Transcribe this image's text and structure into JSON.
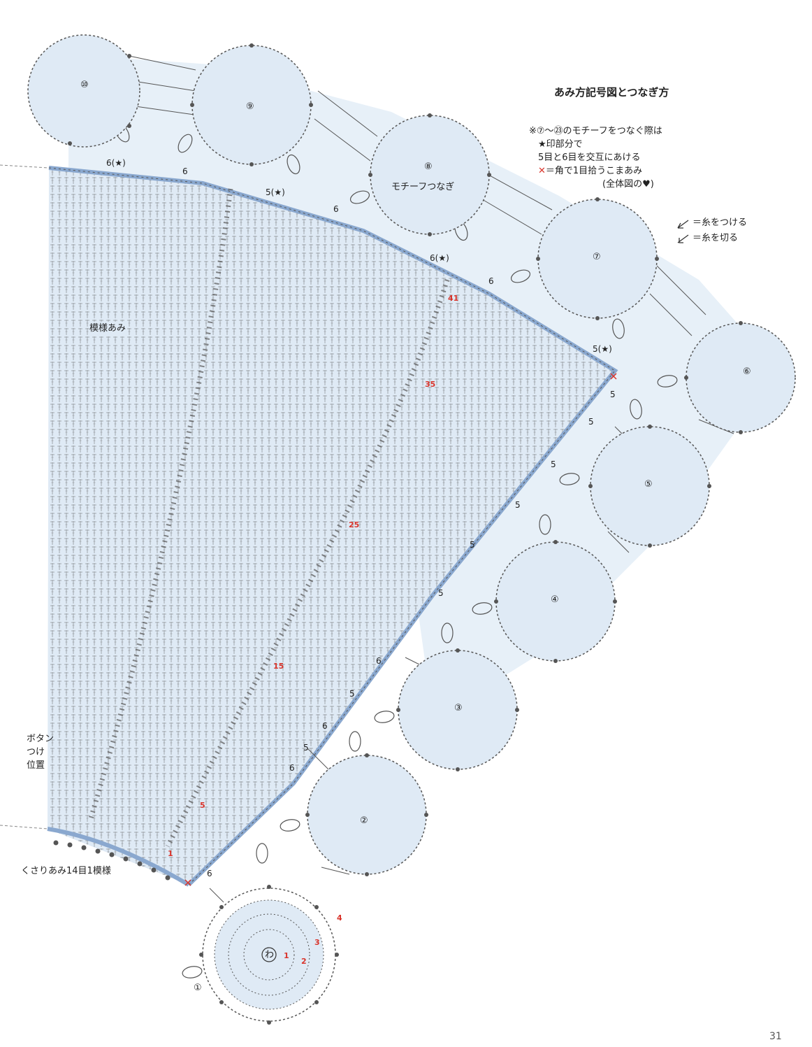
{
  "title": "あみ方記号図とつなぎ方",
  "notes": {
    "line1": "※⑦〜㉓のモチーフをつなぐ際は",
    "line2": "★印部分で",
    "line3": "5目と6目を交互にあける",
    "line4_mark": "✕",
    "line4": "＝角で1目拾うこまあみ",
    "line5": "(全体図の♥)"
  },
  "legend": {
    "attach": "＝糸をつける",
    "cut": "＝糸を切る"
  },
  "labels": {
    "pattern": "模様あみ",
    "motif_join": "モチーフつなぎ",
    "button_pos_1": "ボタン",
    "button_pos_2": "つけ",
    "button_pos_3": "位置",
    "chain_repeat": "くさりあみ14目1模様",
    "center_ring": "わ"
  },
  "motifs": [
    "①",
    "②",
    "③",
    "④",
    "⑤",
    "⑥",
    "⑦",
    "⑧",
    "⑨",
    "⑩"
  ],
  "row_numbers": [
    "1",
    "5",
    "15",
    "25",
    "35",
    "41"
  ],
  "motif_rounds": [
    "1",
    "2",
    "3",
    "4"
  ],
  "join_counts": [
    "6(★)",
    "6",
    "5(★)",
    "6",
    "6(★)",
    "6",
    "5(★)",
    "5",
    "5",
    "5",
    "5",
    "5",
    "5",
    "6",
    "5",
    "6",
    "5",
    "6",
    "6"
  ],
  "page_number": "31",
  "colors": {
    "fill": "#dfeaf5",
    "edge": "#8aa8cf",
    "ink": "#333333",
    "accent": "#d9342b"
  }
}
